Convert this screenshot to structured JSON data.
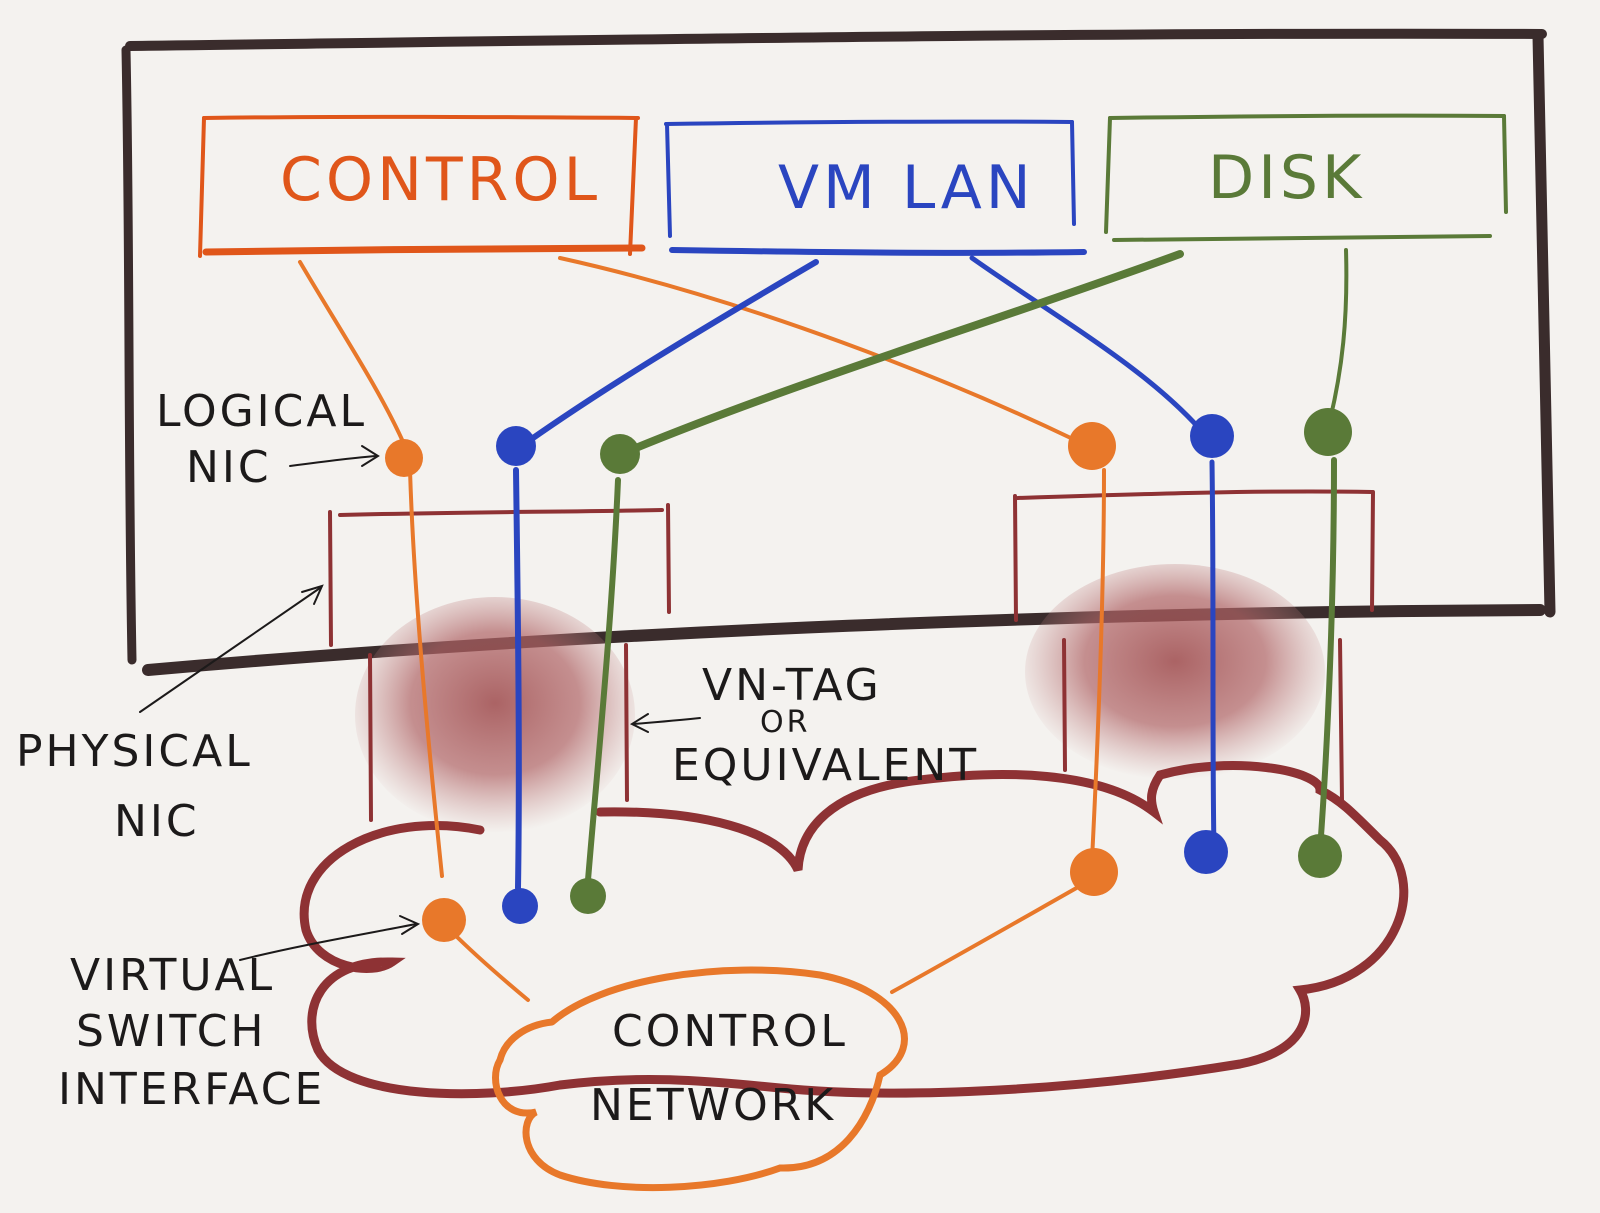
{
  "boxes": {
    "control": {
      "label": "CONTROL",
      "color": "#e0561a"
    },
    "vm_lan": {
      "label": "VM LAN",
      "color": "#2a45c0"
    },
    "disk": {
      "label": "DISK",
      "color": "#5a7a38"
    }
  },
  "annotations": {
    "logical_nic": [
      "LOGICAL",
      "NIC"
    ],
    "physical_nic": [
      "PHYSICAL",
      "NIC"
    ],
    "vn_tag": [
      "VN-TAG",
      "OR",
      "EQUIVALENT"
    ],
    "virtual_switch_interface": [
      "VIRTUAL",
      "SWITCH",
      "INTERFACE"
    ],
    "control_network": [
      "CONTROL",
      "NETWORK"
    ]
  },
  "colors": {
    "control": "#e8782a",
    "vm_lan": "#2a45c0",
    "disk": "#5a7a38",
    "host_frame": "#3a2c2c",
    "physical_nic": "#8e3234",
    "cloud": "#8e3234",
    "ink": "#1c1a1a"
  }
}
